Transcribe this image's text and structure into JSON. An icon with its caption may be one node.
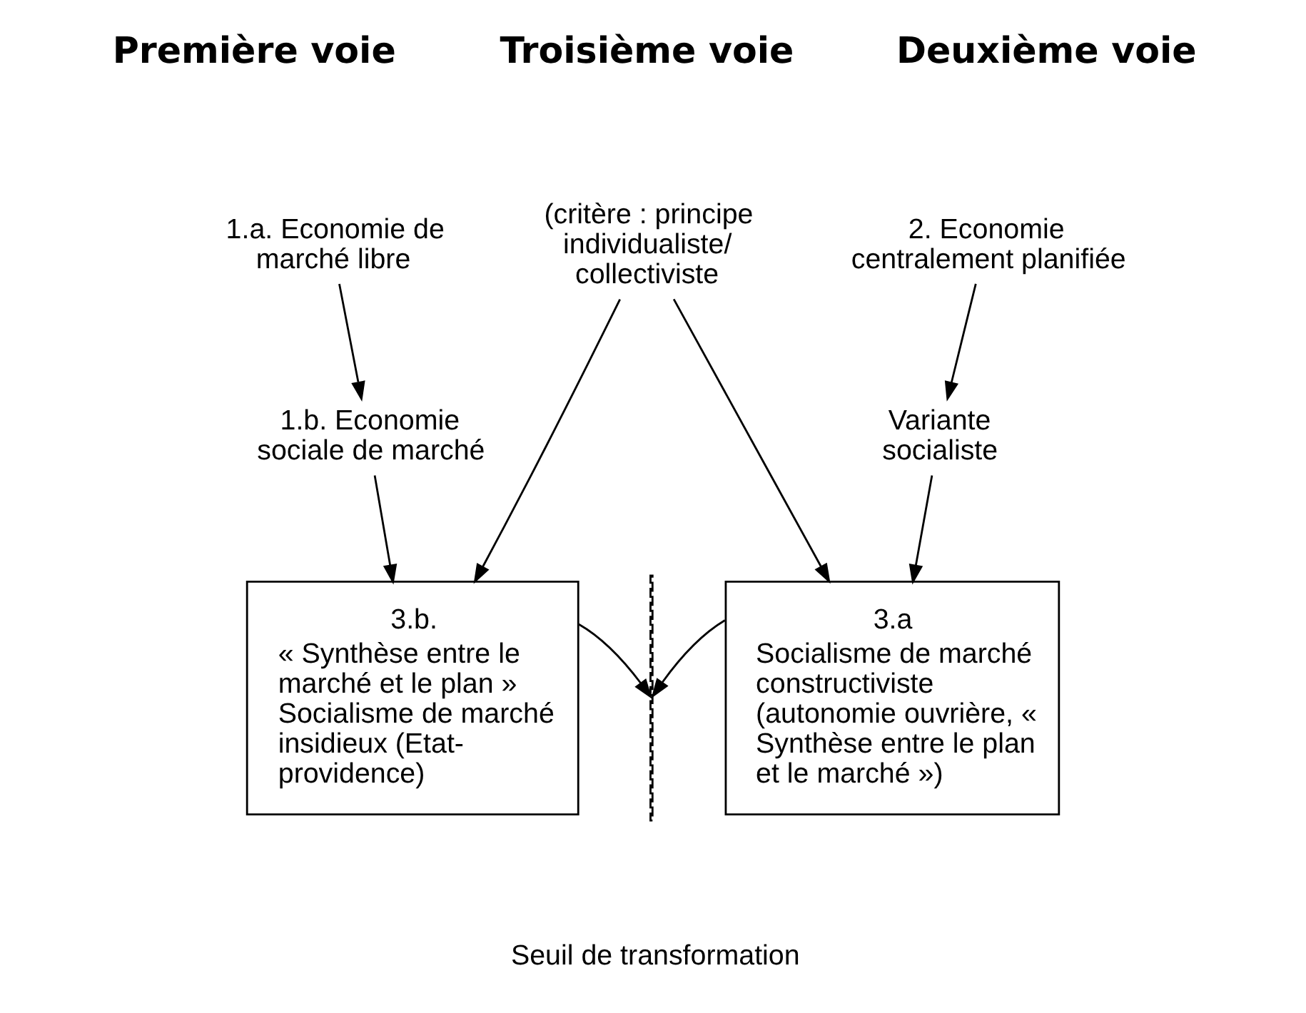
{
  "diagram": {
    "nodes": [
      {
        "text": [
          "1.a. Economie de marché libre"
        ]
      },
      {
        "text": [
          "(critère : principe individualiste/ collectiviste"
        ]
      },
      {
        "text": [
          "2. Economie centralement planifiée"
        ]
      },
      {
        "text": [
          "1.b. Economie sociale de marché"
        ]
      },
      {
        "text": [
          "Variante socialiste"
        ]
      },
      {
        "text": [
          "3.b.",
          "« Synthèse entre le marché et le plan » Socialisme de marché insidieux (Etat-providence)"
        ]
      },
      {
        "text": [
          "3.a",
          "Socialisme de marché constructiviste (autonomie ouvrière, «  Synthèse entre le plan et le marché »)"
        ]
      },
      {
        "text": [],
        "shape": "line"
      }
    ],
    "edges": [
      {
        "from": 0,
        "to": 3,
        "arrow": "to"
      },
      {
        "from": 2,
        "to": 4,
        "arrow": "to"
      },
      {
        "from": 3,
        "to": 5,
        "arrow": "to"
      },
      {
        "from": 1,
        "to": 5,
        "arrow": "to"
      },
      {
        "from": 1,
        "to": 6,
        "arrow": "to"
      },
      {
        "from": 4,
        "to": 6,
        "arrow": "to"
      },
      {
        "from": 5,
        "to": 7,
        "arrow": "to"
      },
      {
        "from": 6,
        "to": 7,
        "arrow": "to"
      }
    ],
    "labels": [
      "Première voie",
      "Troisième voie",
      "Deuxième voie",
      "Seuil de transformation"
    ]
  }
}
